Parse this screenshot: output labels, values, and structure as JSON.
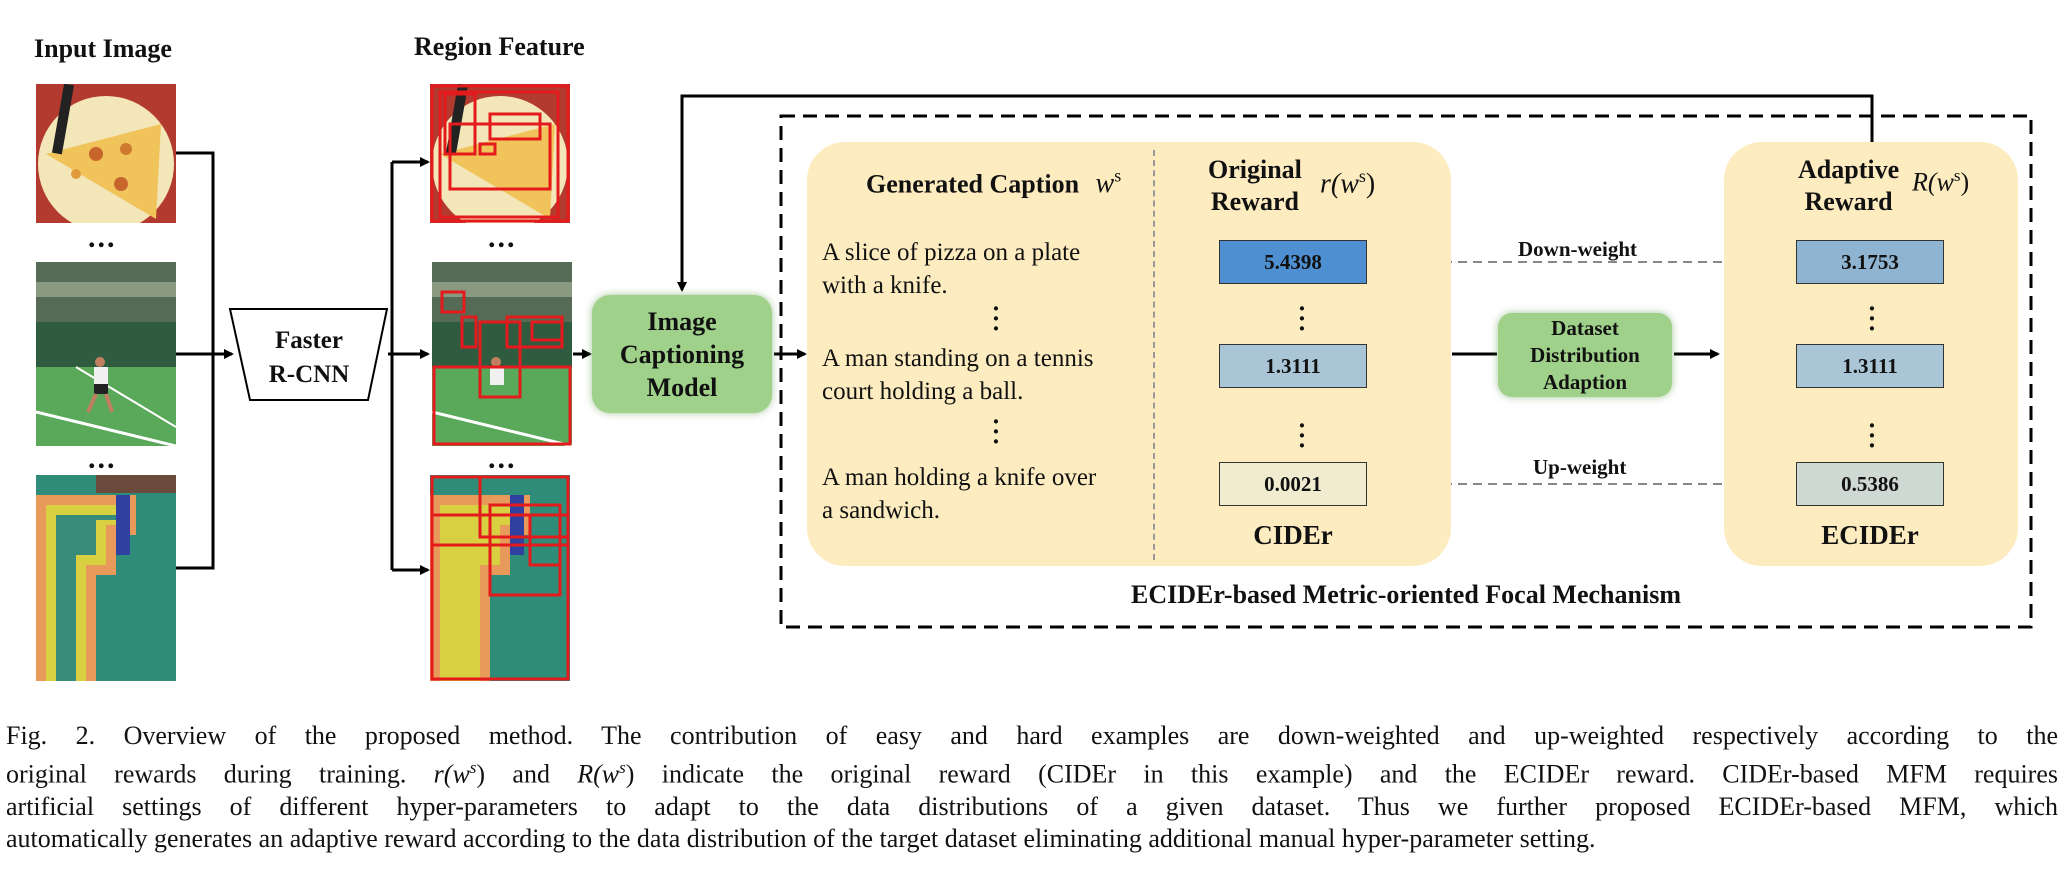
{
  "input_header": "Input Image",
  "region_header": "Region Feature",
  "ellipsis": "...",
  "detector_label_line1": "Faster",
  "detector_label_line2": "R-CNN",
  "captioning_label_line1": "Image",
  "captioning_label_line2": "Captioning",
  "captioning_label_line3": "Model",
  "generated_caption_header": "Generated Caption",
  "generated_caption_symbol": "w",
  "generated_caption_sup": "s",
  "original_reward_header_line1": "Original",
  "original_reward_header_line2": "Reward",
  "original_reward_symbol": "r(w",
  "original_reward_sup": "s",
  "original_reward_close": ")",
  "adaptive_reward_header_line1": "Adaptive",
  "adaptive_reward_header_line2": "Reward",
  "adaptive_reward_symbol": "R(w",
  "adaptive_reward_sup": "s",
  "adaptive_reward_close": ")",
  "captions": [
    {
      "line1": "A slice of pizza on a plate",
      "line2": "with a knife."
    },
    {
      "line1": "A man standing on a tennis",
      "line2": "court holding a ball."
    },
    {
      "line1": "A man holding a knife over",
      "line2": "a sandwich."
    }
  ],
  "original_rewards": [
    "5.4398",
    "1.3111",
    "0.0021"
  ],
  "adaptive_rewards": [
    "3.1753",
    "1.3111",
    "0.5386"
  ],
  "down_weight_label": "Down-weight",
  "up_weight_label": "Up-weight",
  "dda_line1": "Dataset",
  "dda_line2": "Distribution",
  "dda_line3": "Adaption",
  "cider_label": "CIDEr",
  "ecider_label": "ECIDEr",
  "mechanism_label": "ECIDEr-based Metric-oriented Focal Mechanism",
  "figure_caption": {
    "line1": "Fig. 2.    Overview of the proposed method. The contribution of easy and hard examples are down-weighted and up-weighted respectively according to the",
    "line2a": "original rewards during training. ",
    "line2_r": "r(w",
    "line2_r_sup": "s",
    "line2_r_close": ")",
    "line2b": " and ",
    "line2_R": "R(w",
    "line2_R_sup": "s",
    "line2_R_close": ")",
    "line2c": " indicate the original reward (CIDEr in this example) and the ECIDEr reward. CIDEr-based MFM requires",
    "line3": "artificial settings of different hyper-parameters to adapt to the data distributions of a given dataset. Thus we further proposed ECIDEr-based MFM, which",
    "line4": "automatically generates an adaptive reward according to the data distribution of the target dataset eliminating additional manual hyper-parameter setting."
  },
  "colors": {
    "panel": "#fdecc0",
    "green": "#9fd18a",
    "reward_high": "#4d8fd1",
    "reward_mid": "#a9c5d6",
    "reward_low": "#f1ecd0",
    "adaptive_high": "#8fb4d2",
    "adaptive_low": "#cfd9d3",
    "region_box": "#e41a1c"
  }
}
